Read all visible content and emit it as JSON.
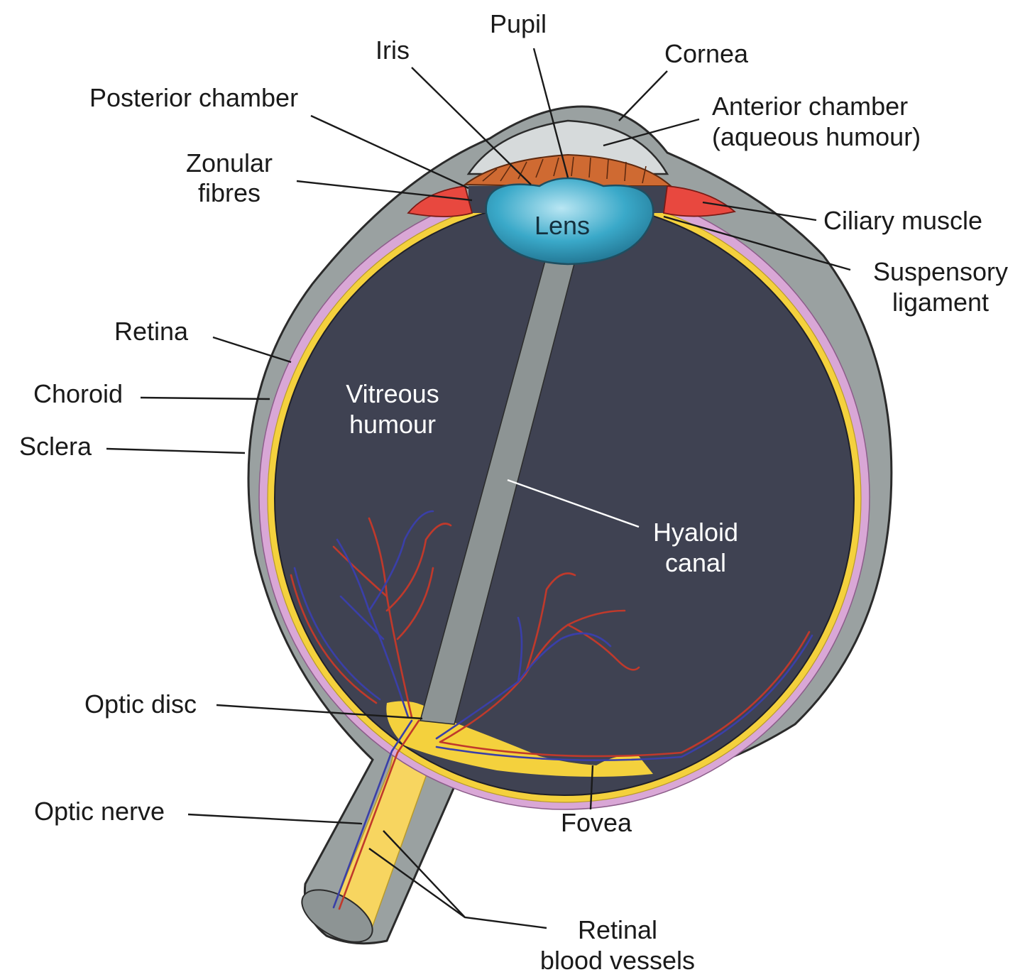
{
  "labels": {
    "pupil": "Pupil",
    "iris": "Iris",
    "cornea": "Cornea",
    "posterior_chamber": "Posterior chamber",
    "anterior_chamber_1": "Anterior chamber",
    "anterior_chamber_2": "(aqueous humour)",
    "zonular_fibres_1": "Zonular",
    "zonular_fibres_2": "fibres",
    "lens": "Lens",
    "ciliary_muscle": "Ciliary muscle",
    "suspensory_ligament_1": "Suspensory",
    "suspensory_ligament_2": "ligament",
    "retina": "Retina",
    "choroid": "Choroid",
    "sclera": "Sclera",
    "vitreous_humour_1": "Vitreous",
    "vitreous_humour_2": "humour",
    "hyaloid_canal_1": "Hyaloid",
    "hyaloid_canal_2": "canal",
    "optic_disc": "Optic disc",
    "optic_nerve": "Optic nerve",
    "fovea": "Fovea",
    "retinal_blood_vessels_1": "Retinal",
    "retinal_blood_vessels_2": "blood vessels"
  },
  "colors": {
    "sclera": "#9aa1a1",
    "outline": "#2b2b2b",
    "choroid": "#d9a7d6",
    "retina": "#f4d13d",
    "vitreous": "#3f4252",
    "hyaloid_canal": "#8d9494",
    "cornea_chamber": "#d6dadb",
    "iris": "#cf6a32",
    "lens": "#3aa9c9",
    "ciliary_muscle": "#e8483f",
    "optic_nerve": "#f7d560",
    "artery": "#c0392b",
    "vein": "#3a3fa8"
  }
}
